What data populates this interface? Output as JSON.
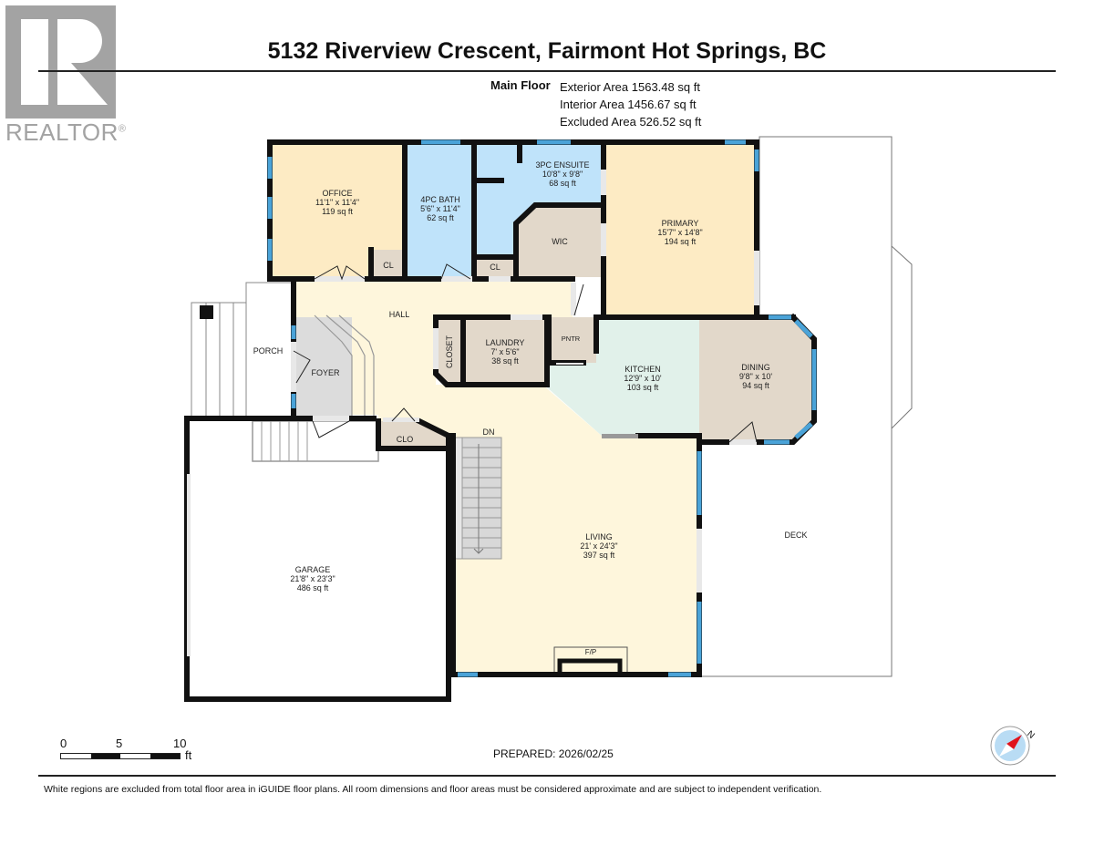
{
  "branding": {
    "logo_text": "REALTOR",
    "logo_mark": "®",
    "logo_color": "#a3a3a3"
  },
  "header": {
    "title": "5132 Riverview Crescent, Fairmont Hot Springs, BC"
  },
  "areas": {
    "floor_label": "Main Floor",
    "exterior": "Exterior Area 1563.48 sq ft",
    "interior": "Interior Area 1456.67 sq ft",
    "excluded": "Excluded Area 526.52 sq ft"
  },
  "colors": {
    "wall": "#111111",
    "window": "#4aa3d8",
    "bedroom_fill": "#fdebc4",
    "bath_fill": "#bfe3fa",
    "utility_fill": "#e2d8ca",
    "living_fill": "#fef6dc",
    "kitchen_fill": "#e1f1ea",
    "foyer_fill": "#dcdcdc",
    "excluded_fill": "#ffffff"
  },
  "rooms": {
    "office": {
      "name": "OFFICE",
      "dims": "11'1\" x 11'4\"",
      "area": "119 sq ft"
    },
    "bath4": {
      "name": "4PC BATH",
      "dims": "5'6\" x 11'4\"",
      "area": "62 sq ft"
    },
    "ensuite": {
      "name": "3PC ENSUITE",
      "dims": "10'8\" x 9'8\"",
      "area": "68 sq ft"
    },
    "primary": {
      "name": "PRIMARY",
      "dims": "15'7\" x 14'8\"",
      "area": "194 sq ft"
    },
    "wic": {
      "name": "WIC"
    },
    "cl1": {
      "name": "CL"
    },
    "cl2": {
      "name": "CL"
    },
    "hall": {
      "name": "HALL"
    },
    "porch": {
      "name": "PORCH"
    },
    "foyer": {
      "name": "FOYER"
    },
    "closet": {
      "name": "CLOSET"
    },
    "laundry": {
      "name": "LAUNDRY",
      "dims": "7' x 5'6\"",
      "area": "38 sq ft"
    },
    "pantry": {
      "name": "PNTR"
    },
    "kitchen": {
      "name": "KITCHEN",
      "dims": "12'9\" x 10'",
      "area": "103 sq ft"
    },
    "dining": {
      "name": "DINING",
      "dims": "9'8\" x 10'",
      "area": "94 sq ft"
    },
    "clo": {
      "name": "CLO"
    },
    "stairs": {
      "name": "DN"
    },
    "living": {
      "name": "LIVING",
      "dims": "21' x 24'3\"",
      "area": "397 sq ft"
    },
    "fireplace": {
      "name": "F/P"
    },
    "garage": {
      "name": "GARAGE",
      "dims": "21'8\" x 23'3\"",
      "area": "486 sq ft"
    },
    "deck": {
      "name": "DECK"
    }
  },
  "scale": {
    "ticks": [
      "0",
      "5",
      "10"
    ],
    "unit": "ft"
  },
  "footer": {
    "prepared": "PREPARED: 2026/02/25",
    "disclaimer": "White regions are excluded from total floor area in iGUIDE floor plans. All room dimensions and floor areas must be considered approximate and are subject to independent verification."
  },
  "compass": {
    "label": "N",
    "needle_color": "#e0141c",
    "face_color": "#b9dcf4"
  }
}
